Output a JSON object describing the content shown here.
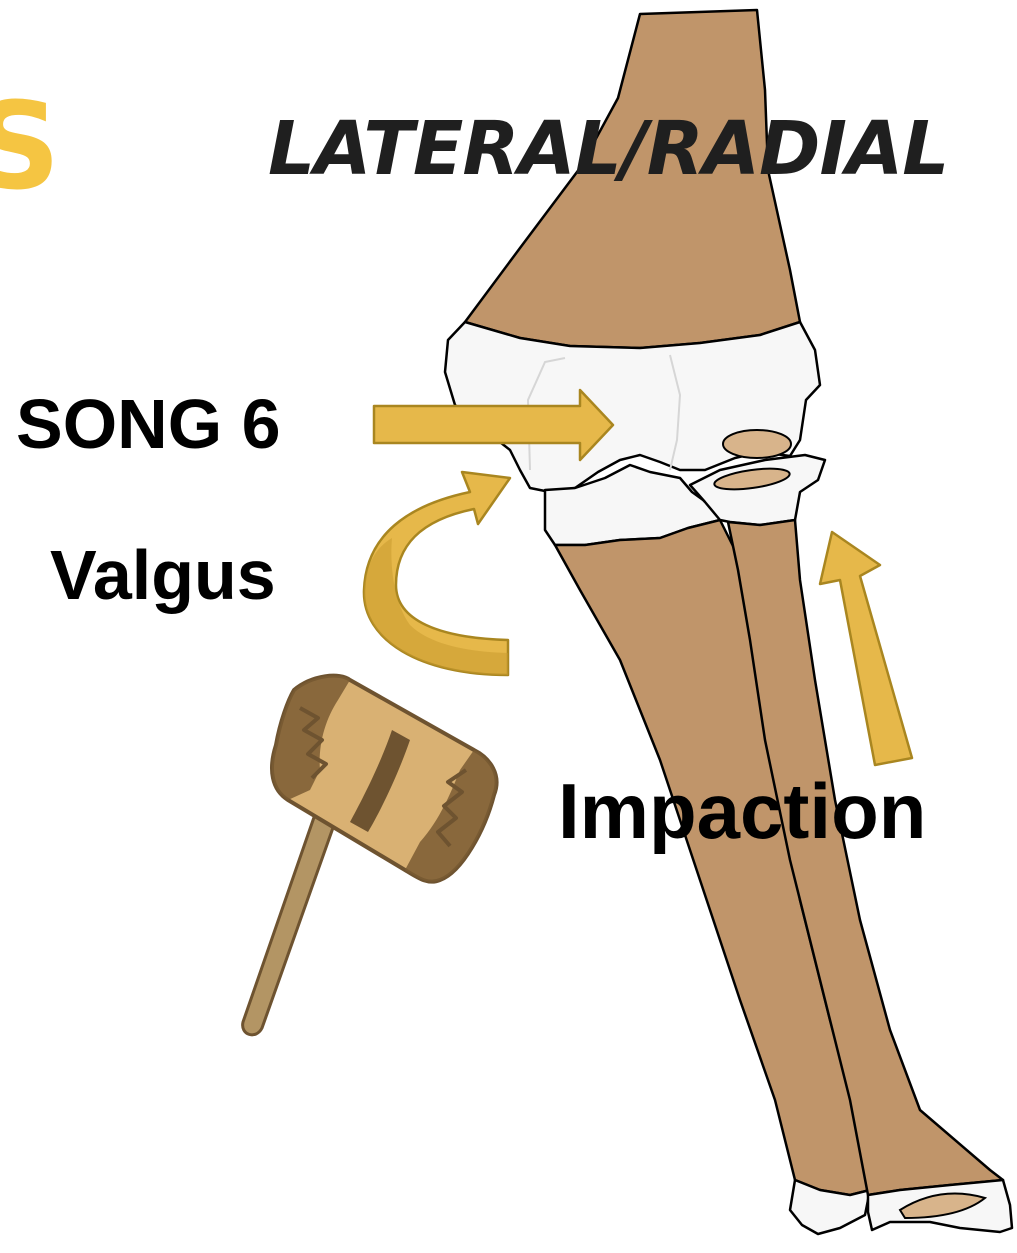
{
  "title": "LATERAL/RADIAL",
  "corner_glyph": "S",
  "labels": {
    "song": "SONG 6",
    "mechanism": "Valgus",
    "force": "Impaction"
  },
  "colors": {
    "bone": "#c0956a",
    "cartilage": "#f7f7f7",
    "arrow": "#e6b84a",
    "arrow_stroke": "#a98620",
    "mallet_head": "#d9b173",
    "mallet_dark": "#6e5330",
    "outline": "#000000"
  },
  "icons": [
    "valgus-curved-arrow-icon",
    "mallet-icon",
    "force-arrow-icon"
  ]
}
